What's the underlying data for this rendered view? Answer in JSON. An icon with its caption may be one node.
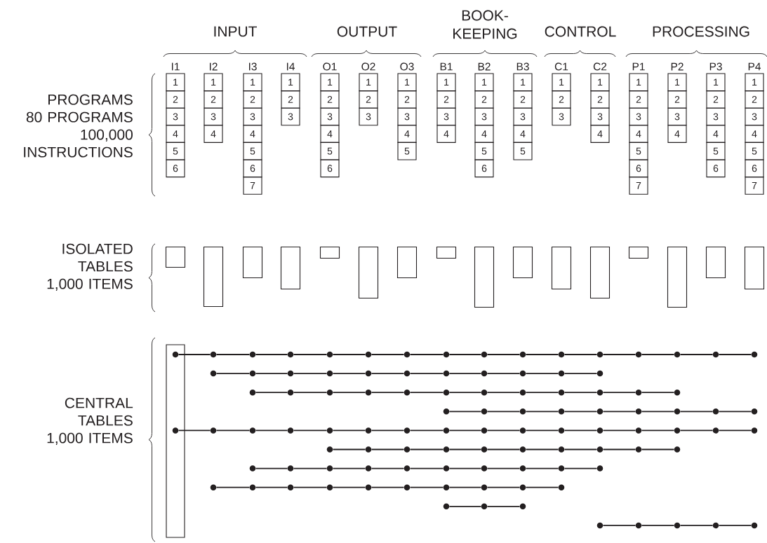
{
  "diagram": {
    "nodes": [
      {
        "text": [
          "1"
        ]
      },
      {
        "text": [
          "2"
        ]
      },
      {
        "text": [
          "3"
        ]
      },
      {
        "text": [
          "4"
        ]
      },
      {
        "text": [
          "5"
        ]
      },
      {
        "text": [
          "6"
        ]
      },
      {
        "text": [
          "1"
        ]
      },
      {
        "text": [
          "2"
        ]
      },
      {
        "text": [
          "3"
        ]
      },
      {
        "text": [
          "4"
        ]
      },
      {
        "text": [
          "1"
        ]
      },
      {
        "text": [
          "2"
        ]
      },
      {
        "text": [
          "3"
        ]
      },
      {
        "text": [
          "4"
        ]
      },
      {
        "text": [
          "5"
        ]
      },
      {
        "text": [
          "6"
        ]
      },
      {
        "text": [
          "7"
        ]
      },
      {
        "text": [
          "1"
        ]
      },
      {
        "text": [
          "2"
        ]
      },
      {
        "text": [
          "3"
        ]
      },
      {
        "text": [
          "1"
        ]
      },
      {
        "text": [
          "2"
        ]
      },
      {
        "text": [
          "3"
        ]
      },
      {
        "text": [
          "4"
        ]
      },
      {
        "text": [
          "5"
        ]
      },
      {
        "text": [
          "6"
        ]
      },
      {
        "text": [
          "1"
        ]
      },
      {
        "text": [
          "2"
        ]
      },
      {
        "text": [
          "3"
        ]
      },
      {
        "text": [
          "1"
        ]
      },
      {
        "text": [
          "2"
        ]
      },
      {
        "text": [
          "3"
        ]
      },
      {
        "text": [
          "4"
        ]
      },
      {
        "text": [
          "5"
        ]
      },
      {
        "text": [
          "1"
        ]
      },
      {
        "text": [
          "2"
        ]
      },
      {
        "text": [
          "3"
        ]
      },
      {
        "text": [
          "4"
        ]
      },
      {
        "text": [
          "1"
        ]
      },
      {
        "text": [
          "2"
        ]
      },
      {
        "text": [
          "3"
        ]
      },
      {
        "text": [
          "4"
        ]
      },
      {
        "text": [
          "5"
        ]
      },
      {
        "text": [
          "6"
        ]
      },
      {
        "text": [
          "1"
        ]
      },
      {
        "text": [
          "2"
        ]
      },
      {
        "text": [
          "3"
        ]
      },
      {
        "text": [
          "4"
        ]
      },
      {
        "text": [
          "5"
        ]
      },
      {
        "text": [
          "1"
        ]
      },
      {
        "text": [
          "2"
        ]
      },
      {
        "text": [
          "3"
        ]
      },
      {
        "text": [
          "1"
        ]
      },
      {
        "text": [
          "2"
        ]
      },
      {
        "text": [
          "3"
        ]
      },
      {
        "text": [
          "4"
        ]
      },
      {
        "text": [
          "1"
        ]
      },
      {
        "text": [
          "2"
        ]
      },
      {
        "text": [
          "3"
        ]
      },
      {
        "text": [
          "4"
        ]
      },
      {
        "text": [
          "5"
        ]
      },
      {
        "text": [
          "6"
        ]
      },
      {
        "text": [
          "7"
        ]
      },
      {
        "text": [
          "1"
        ]
      },
      {
        "text": [
          "2"
        ]
      },
      {
        "text": [
          "3"
        ]
      },
      {
        "text": [
          "4"
        ]
      },
      {
        "text": [
          "1"
        ]
      },
      {
        "text": [
          "2"
        ]
      },
      {
        "text": [
          "3"
        ]
      },
      {
        "text": [
          "4"
        ]
      },
      {
        "text": [
          "5"
        ]
      },
      {
        "text": [
          "6"
        ]
      },
      {
        "text": [
          "1"
        ]
      },
      {
        "text": [
          "2"
        ]
      },
      {
        "text": [
          "3"
        ]
      },
      {
        "text": [
          "4"
        ]
      },
      {
        "text": [
          "5"
        ]
      },
      {
        "text": [
          "6"
        ]
      },
      {
        "text": [
          "7"
        ]
      },
      {
        "text": [],
        "shape": "box"
      },
      {
        "text": [],
        "shape": "box"
      },
      {
        "text": [],
        "shape": "box"
      },
      {
        "text": [],
        "shape": "box"
      },
      {
        "text": [],
        "shape": "box"
      },
      {
        "text": [],
        "shape": "box"
      },
      {
        "text": [],
        "shape": "box"
      },
      {
        "text": [],
        "shape": "box"
      },
      {
        "text": [],
        "shape": "box"
      },
      {
        "text": [],
        "shape": "box"
      },
      {
        "text": [],
        "shape": "box"
      },
      {
        "text": [],
        "shape": "box"
      },
      {
        "text": [],
        "shape": "box"
      },
      {
        "text": [],
        "shape": "box"
      },
      {
        "text": [],
        "shape": "box"
      },
      {
        "text": [],
        "shape": "box"
      },
      {
        "text": [],
        "shape": "box"
      },
      {
        "text": [],
        "shape": "circle",
        "in": 96
      },
      {
        "text": [],
        "shape": "circle"
      },
      {
        "text": [],
        "shape": "circle"
      },
      {
        "text": [],
        "shape": "circle"
      },
      {
        "text": [],
        "shape": "circle"
      },
      {
        "text": [],
        "shape": "circle"
      },
      {
        "text": [],
        "shape": "circle"
      },
      {
        "text": [],
        "shape": "circle"
      },
      {
        "text": [],
        "shape": "circle"
      },
      {
        "text": [],
        "shape": "circle"
      },
      {
        "text": [],
        "shape": "circle"
      },
      {
        "text": [],
        "shape": "circle"
      },
      {
        "text": [],
        "shape": "circle"
      },
      {
        "text": [],
        "shape": "circle"
      },
      {
        "text": [],
        "shape": "circle"
      },
      {
        "text": [],
        "shape": "circle"
      },
      {
        "text": [],
        "shape": "circle"
      },
      {
        "text": [],
        "shape": "circle"
      },
      {
        "text": [],
        "shape": "circle"
      },
      {
        "text": [],
        "shape": "circle"
      },
      {
        "text": [],
        "shape": "circle"
      },
      {
        "text": [],
        "shape": "circle"
      },
      {
        "text": [],
        "shape": "circle"
      },
      {
        "text": [],
        "shape": "circle"
      },
      {
        "text": [],
        "shape": "circle"
      },
      {
        "text": [],
        "shape": "circle"
      },
      {
        "text": [],
        "shape": "circle"
      },
      {
        "text": [],
        "shape": "circle"
      },
      {
        "text": [],
        "shape": "circle"
      },
      {
        "text": [],
        "shape": "circle"
      },
      {
        "text": [],
        "shape": "circle"
      },
      {
        "text": [],
        "shape": "circle"
      },
      {
        "text": [],
        "shape": "circle"
      },
      {
        "text": [],
        "shape": "circle"
      },
      {
        "text": [],
        "shape": "circle"
      },
      {
        "text": [],
        "shape": "circle"
      },
      {
        "text": [],
        "shape": "circle"
      },
      {
        "text": [],
        "shape": "circle"
      },
      {
        "text": [],
        "shape": "circle"
      },
      {
        "text": [],
        "shape": "circle"
      },
      {
        "text": [],
        "shape": "circle"
      },
      {
        "text": [],
        "shape": "circle"
      },
      {
        "text": [],
        "shape": "circle"
      },
      {
        "text": [],
        "shape": "circle"
      },
      {
        "text": [],
        "shape": "circle"
      },
      {
        "text": [],
        "shape": "circle"
      },
      {
        "text": [],
        "shape": "circle"
      },
      {
        "text": [],
        "shape": "circle"
      },
      {
        "text": [],
        "shape": "circle",
        "in": 96
      },
      {
        "text": [],
        "shape": "circle"
      },
      {
        "text": [],
        "shape": "circle"
      },
      {
        "text": [],
        "shape": "circle"
      },
      {
        "text": [],
        "shape": "circle"
      },
      {
        "text": [],
        "shape": "circle"
      },
      {
        "text": [],
        "shape": "circle"
      },
      {
        "text": [],
        "shape": "circle"
      },
      {
        "text": [],
        "shape": "circle"
      },
      {
        "text": [],
        "shape": "circle"
      },
      {
        "text": [],
        "shape": "circle"
      },
      {
        "text": [],
        "shape": "circle"
      },
      {
        "text": [],
        "shape": "circle"
      },
      {
        "text": [],
        "shape": "circle"
      },
      {
        "text": [],
        "shape": "circle"
      },
      {
        "text": [],
        "shape": "circle"
      },
      {
        "text": [],
        "shape": "circle"
      },
      {
        "text": [],
        "shape": "circle"
      },
      {
        "text": [],
        "shape": "circle"
      },
      {
        "text": [],
        "shape": "circle"
      },
      {
        "text": [],
        "shape": "circle"
      },
      {
        "text": [],
        "shape": "circle"
      },
      {
        "text": [],
        "shape": "circle"
      },
      {
        "text": [],
        "shape": "circle"
      },
      {
        "text": [],
        "shape": "circle"
      },
      {
        "text": [],
        "shape": "circle"
      },
      {
        "text": [],
        "shape": "circle"
      },
      {
        "text": [],
        "shape": "circle"
      },
      {
        "text": [],
        "shape": "circle"
      },
      {
        "text": [],
        "shape": "circle"
      },
      {
        "text": [],
        "shape": "circle"
      },
      {
        "text": [],
        "shape": "circle"
      },
      {
        "text": [],
        "shape": "circle"
      },
      {
        "text": [],
        "shape": "circle"
      },
      {
        "text": [],
        "shape": "circle"
      },
      {
        "text": [],
        "shape": "circle"
      },
      {
        "text": [],
        "shape": "circle"
      },
      {
        "text": [],
        "shape": "circle"
      },
      {
        "text": [],
        "shape": "circle"
      },
      {
        "text": [],
        "shape": "circle"
      },
      {
        "text": [],
        "shape": "circle"
      },
      {
        "text": [],
        "shape": "circle"
      },
      {
        "text": [],
        "shape": "circle"
      },
      {
        "text": [],
        "shape": "circle"
      },
      {
        "text": [],
        "shape": "circle"
      },
      {
        "text": [],
        "shape": "circle"
      },
      {
        "text": [],
        "shape": "circle"
      },
      {
        "text": [],
        "shape": "circle"
      },
      {
        "text": [],
        "shape": "circle"
      },
      {
        "text": [],
        "shape": "circle"
      },
      {
        "text": [],
        "shape": "circle"
      },
      {
        "text": [],
        "shape": "circle"
      },
      {
        "text": [],
        "shape": "circle"
      },
      {
        "text": [],
        "shape": "circle"
      }
    ],
    "edges": [
      {
        "from": 97,
        "to": 98,
        "arrow": "none"
      },
      {
        "from": 98,
        "to": 99,
        "arrow": "none"
      },
      {
        "from": 99,
        "to": 100,
        "arrow": "none"
      },
      {
        "from": 100,
        "to": 101,
        "arrow": "none"
      },
      {
        "from": 101,
        "to": 102,
        "arrow": "none"
      },
      {
        "from": 102,
        "to": 103,
        "arrow": "none"
      },
      {
        "from": 103,
        "to": 104,
        "arrow": "none"
      },
      {
        "from": 104,
        "to": 105,
        "arrow": "none"
      },
      {
        "from": 105,
        "to": 106,
        "arrow": "none"
      },
      {
        "from": 106,
        "to": 107,
        "arrow": "none"
      },
      {
        "from": 107,
        "to": 108,
        "arrow": "none"
      },
      {
        "from": 108,
        "to": 109,
        "arrow": "none"
      },
      {
        "from": 109,
        "to": 110,
        "arrow": "none"
      },
      {
        "from": 110,
        "to": 111,
        "arrow": "none"
      },
      {
        "from": 111,
        "to": 112,
        "arrow": "none"
      },
      {
        "from": 113,
        "to": 114,
        "arrow": "none"
      },
      {
        "from": 114,
        "to": 115,
        "arrow": "none"
      },
      {
        "from": 115,
        "to": 116,
        "arrow": "none"
      },
      {
        "from": 116,
        "to": 117,
        "arrow": "none"
      },
      {
        "from": 117,
        "to": 118,
        "arrow": "none"
      },
      {
        "from": 118,
        "to": 119,
        "arrow": "none"
      },
      {
        "from": 119,
        "to": 120,
        "arrow": "none"
      },
      {
        "from": 120,
        "to": 121,
        "arrow": "none"
      },
      {
        "from": 121,
        "to": 122,
        "arrow": "none"
      },
      {
        "from": 122,
        "to": 123,
        "arrow": "none"
      },
      {
        "from": 124,
        "to": 125,
        "arrow": "none"
      },
      {
        "from": 125,
        "to": 126,
        "arrow": "none"
      },
      {
        "from": 126,
        "to": 127,
        "arrow": "none"
      },
      {
        "from": 127,
        "to": 128,
        "arrow": "none"
      },
      {
        "from": 128,
        "to": 129,
        "arrow": "none"
      },
      {
        "from": 129,
        "to": 130,
        "arrow": "none"
      },
      {
        "from": 130,
        "to": 131,
        "arrow": "none"
      },
      {
        "from": 131,
        "to": 132,
        "arrow": "none"
      },
      {
        "from": 132,
        "to": 133,
        "arrow": "none"
      },
      {
        "from": 133,
        "to": 134,
        "arrow": "none"
      },
      {
        "from": 134,
        "to": 135,
        "arrow": "none"
      },
      {
        "from": 136,
        "to": 137,
        "arrow": "none"
      },
      {
        "from": 137,
        "to": 138,
        "arrow": "none"
      },
      {
        "from": 138,
        "to": 139,
        "arrow": "none"
      },
      {
        "from": 139,
        "to": 140,
        "arrow": "none"
      },
      {
        "from": 140,
        "to": 141,
        "arrow": "none"
      },
      {
        "from": 141,
        "to": 142,
        "arrow": "none"
      },
      {
        "from": 142,
        "to": 143,
        "arrow": "none"
      },
      {
        "from": 143,
        "to": 144,
        "arrow": "none"
      },
      {
        "from": 145,
        "to": 146,
        "arrow": "none"
      },
      {
        "from": 146,
        "to": 147,
        "arrow": "none"
      },
      {
        "from": 147,
        "to": 148,
        "arrow": "none"
      },
      {
        "from": 148,
        "to": 149,
        "arrow": "none"
      },
      {
        "from": 149,
        "to": 150,
        "arrow": "none"
      },
      {
        "from": 150,
        "to": 151,
        "arrow": "none"
      },
      {
        "from": 151,
        "to": 152,
        "arrow": "none"
      },
      {
        "from": 152,
        "to": 153,
        "arrow": "none"
      },
      {
        "from": 153,
        "to": 154,
        "arrow": "none"
      },
      {
        "from": 154,
        "to": 155,
        "arrow": "none"
      },
      {
        "from": 155,
        "to": 156,
        "arrow": "none"
      },
      {
        "from": 156,
        "to": 157,
        "arrow": "none"
      },
      {
        "from": 157,
        "to": 158,
        "arrow": "none"
      },
      {
        "from": 158,
        "to": 159,
        "arrow": "none"
      },
      {
        "from": 159,
        "to": 160,
        "arrow": "none"
      },
      {
        "from": 161,
        "to": 162,
        "arrow": "none"
      },
      {
        "from": 162,
        "to": 163,
        "arrow": "none"
      },
      {
        "from": 163,
        "to": 164,
        "arrow": "none"
      },
      {
        "from": 164,
        "to": 165,
        "arrow": "none"
      },
      {
        "from": 165,
        "to": 166,
        "arrow": "none"
      },
      {
        "from": 166,
        "to": 167,
        "arrow": "none"
      },
      {
        "from": 167,
        "to": 168,
        "arrow": "none"
      },
      {
        "from": 168,
        "to": 169,
        "arrow": "none"
      },
      {
        "from": 169,
        "to": 170,
        "arrow": "none"
      },
      {
        "from": 171,
        "to": 172,
        "arrow": "none"
      },
      {
        "from": 172,
        "to": 173,
        "arrow": "none"
      },
      {
        "from": 173,
        "to": 174,
        "arrow": "none"
      },
      {
        "from": 174,
        "to": 175,
        "arrow": "none"
      },
      {
        "from": 175,
        "to": 176,
        "arrow": "none"
      },
      {
        "from": 176,
        "to": 177,
        "arrow": "none"
      },
      {
        "from": 177,
        "to": 178,
        "arrow": "none"
      },
      {
        "from": 178,
        "to": 179,
        "arrow": "none"
      },
      {
        "from": 179,
        "to": 180,
        "arrow": "none"
      },
      {
        "from": 181,
        "to": 182,
        "arrow": "none"
      },
      {
        "from": 182,
        "to": 183,
        "arrow": "none"
      },
      {
        "from": 183,
        "to": 184,
        "arrow": "none"
      },
      {
        "from": 184,
        "to": 185,
        "arrow": "none"
      },
      {
        "from": 185,
        "to": 186,
        "arrow": "none"
      },
      {
        "from": 186,
        "to": 187,
        "arrow": "none"
      },
      {
        "from": 187,
        "to": 188,
        "arrow": "none"
      },
      {
        "from": 188,
        "to": 189,
        "arrow": "none"
      },
      {
        "from": 189,
        "to": 190,
        "arrow": "none"
      },
      {
        "from": 191,
        "to": 192,
        "arrow": "none"
      },
      {
        "from": 192,
        "to": 193,
        "arrow": "none"
      },
      {
        "from": 194,
        "to": 195,
        "arrow": "none"
      },
      {
        "from": 195,
        "to": 196,
        "arrow": "none"
      },
      {
        "from": 196,
        "to": 197,
        "arrow": "none"
      },
      {
        "from": 197,
        "to": 198,
        "arrow": "none"
      }
    ],
    "labels": [
      "INPUT",
      "OUTPUT",
      "BOOK- KEEPING",
      "CONTROL",
      "PROCESSING",
      "I1",
      "I2",
      "I3",
      "I4",
      "O1",
      "O2",
      "O3",
      "B1",
      "B2",
      "B3",
      "C1",
      "C2",
      "P1",
      "P2",
      "P3",
      "P4",
      "PROGRAMS",
      "80 PROGRAMS",
      "100,000 INSTRUCTIONS",
      "ISOLATED TABLES",
      "1,000 ITEMS",
      "CENTRAL TABLES",
      "1,000 ITEMS"
    ]
  }
}
